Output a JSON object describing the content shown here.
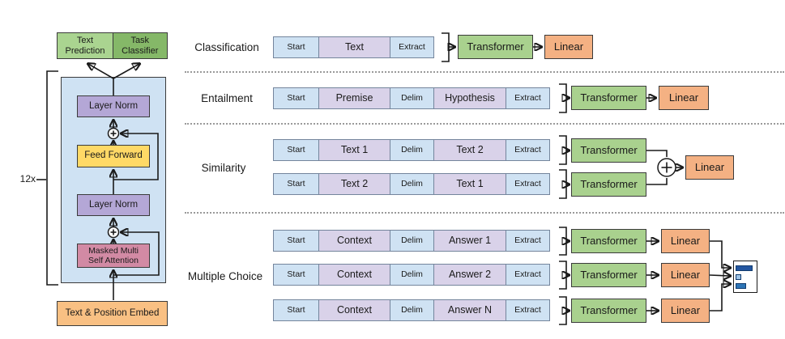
{
  "left_diagram": {
    "repeat_label": "12x",
    "text_prediction_label": "Text Prediction",
    "task_classifier_label": "Task Classifier",
    "layer_norm_top": "Layer Norm",
    "feed_forward": "Feed Forward",
    "layer_norm_bottom": "Layer Norm",
    "masked_attention": "Masked Multi Self Attention",
    "embed": "Text & Position Embed"
  },
  "shared": {
    "transformer": "Transformer",
    "linear": "Linear"
  },
  "tasks": {
    "classification": {
      "label": "Classification",
      "tokens": [
        "Start",
        "Text",
        "Extract"
      ]
    },
    "entailment": {
      "label": "Entailment",
      "tokens": [
        "Start",
        "Premise",
        "Delim",
        "Hypothesis",
        "Extract"
      ]
    },
    "similarity": {
      "label": "Similarity",
      "row1": [
        "Start",
        "Text 1",
        "Delim",
        "Text 2",
        "Extract"
      ],
      "row2": [
        "Start",
        "Text 2",
        "Delim",
        "Text 1",
        "Extract"
      ]
    },
    "multiple_choice": {
      "label": "Multiple Choice",
      "row1": [
        "Start",
        "Context",
        "Delim",
        "Answer 1",
        "Extract"
      ],
      "row2": [
        "Start",
        "Context",
        "Delim",
        "Answer 2",
        "Extract"
      ],
      "row3": [
        "Start",
        "Context",
        "Delim",
        "Answer N",
        "Extract"
      ]
    }
  },
  "choice_chart": {
    "icon": "bar-chart-icon",
    "bar_fractions": [
      1.0,
      0.33,
      0.62
    ],
    "bar_colors": [
      "#2456a0",
      "#9dc3e6",
      "#2e75b6"
    ]
  },
  "colors": {
    "token_blue": "#cfe2f3",
    "token_purple": "#d9d2e9",
    "token_border": "#74859c",
    "transformer_green": "#a9d18e",
    "linear_orange": "#f4b183",
    "text_prediction_green": "#aad490",
    "task_classifier_green": "#85b868",
    "layer_norm_purple": "#b4a7d6",
    "feed_forward_yellow": "#ffd966",
    "attention_pink": "#d28aa4",
    "embed_orange": "#f9c083",
    "container_blue": "#cfe2f3",
    "block_border": "#3b3b3b",
    "line": "#1a1a1a",
    "divider": "#9a9a9a"
  }
}
